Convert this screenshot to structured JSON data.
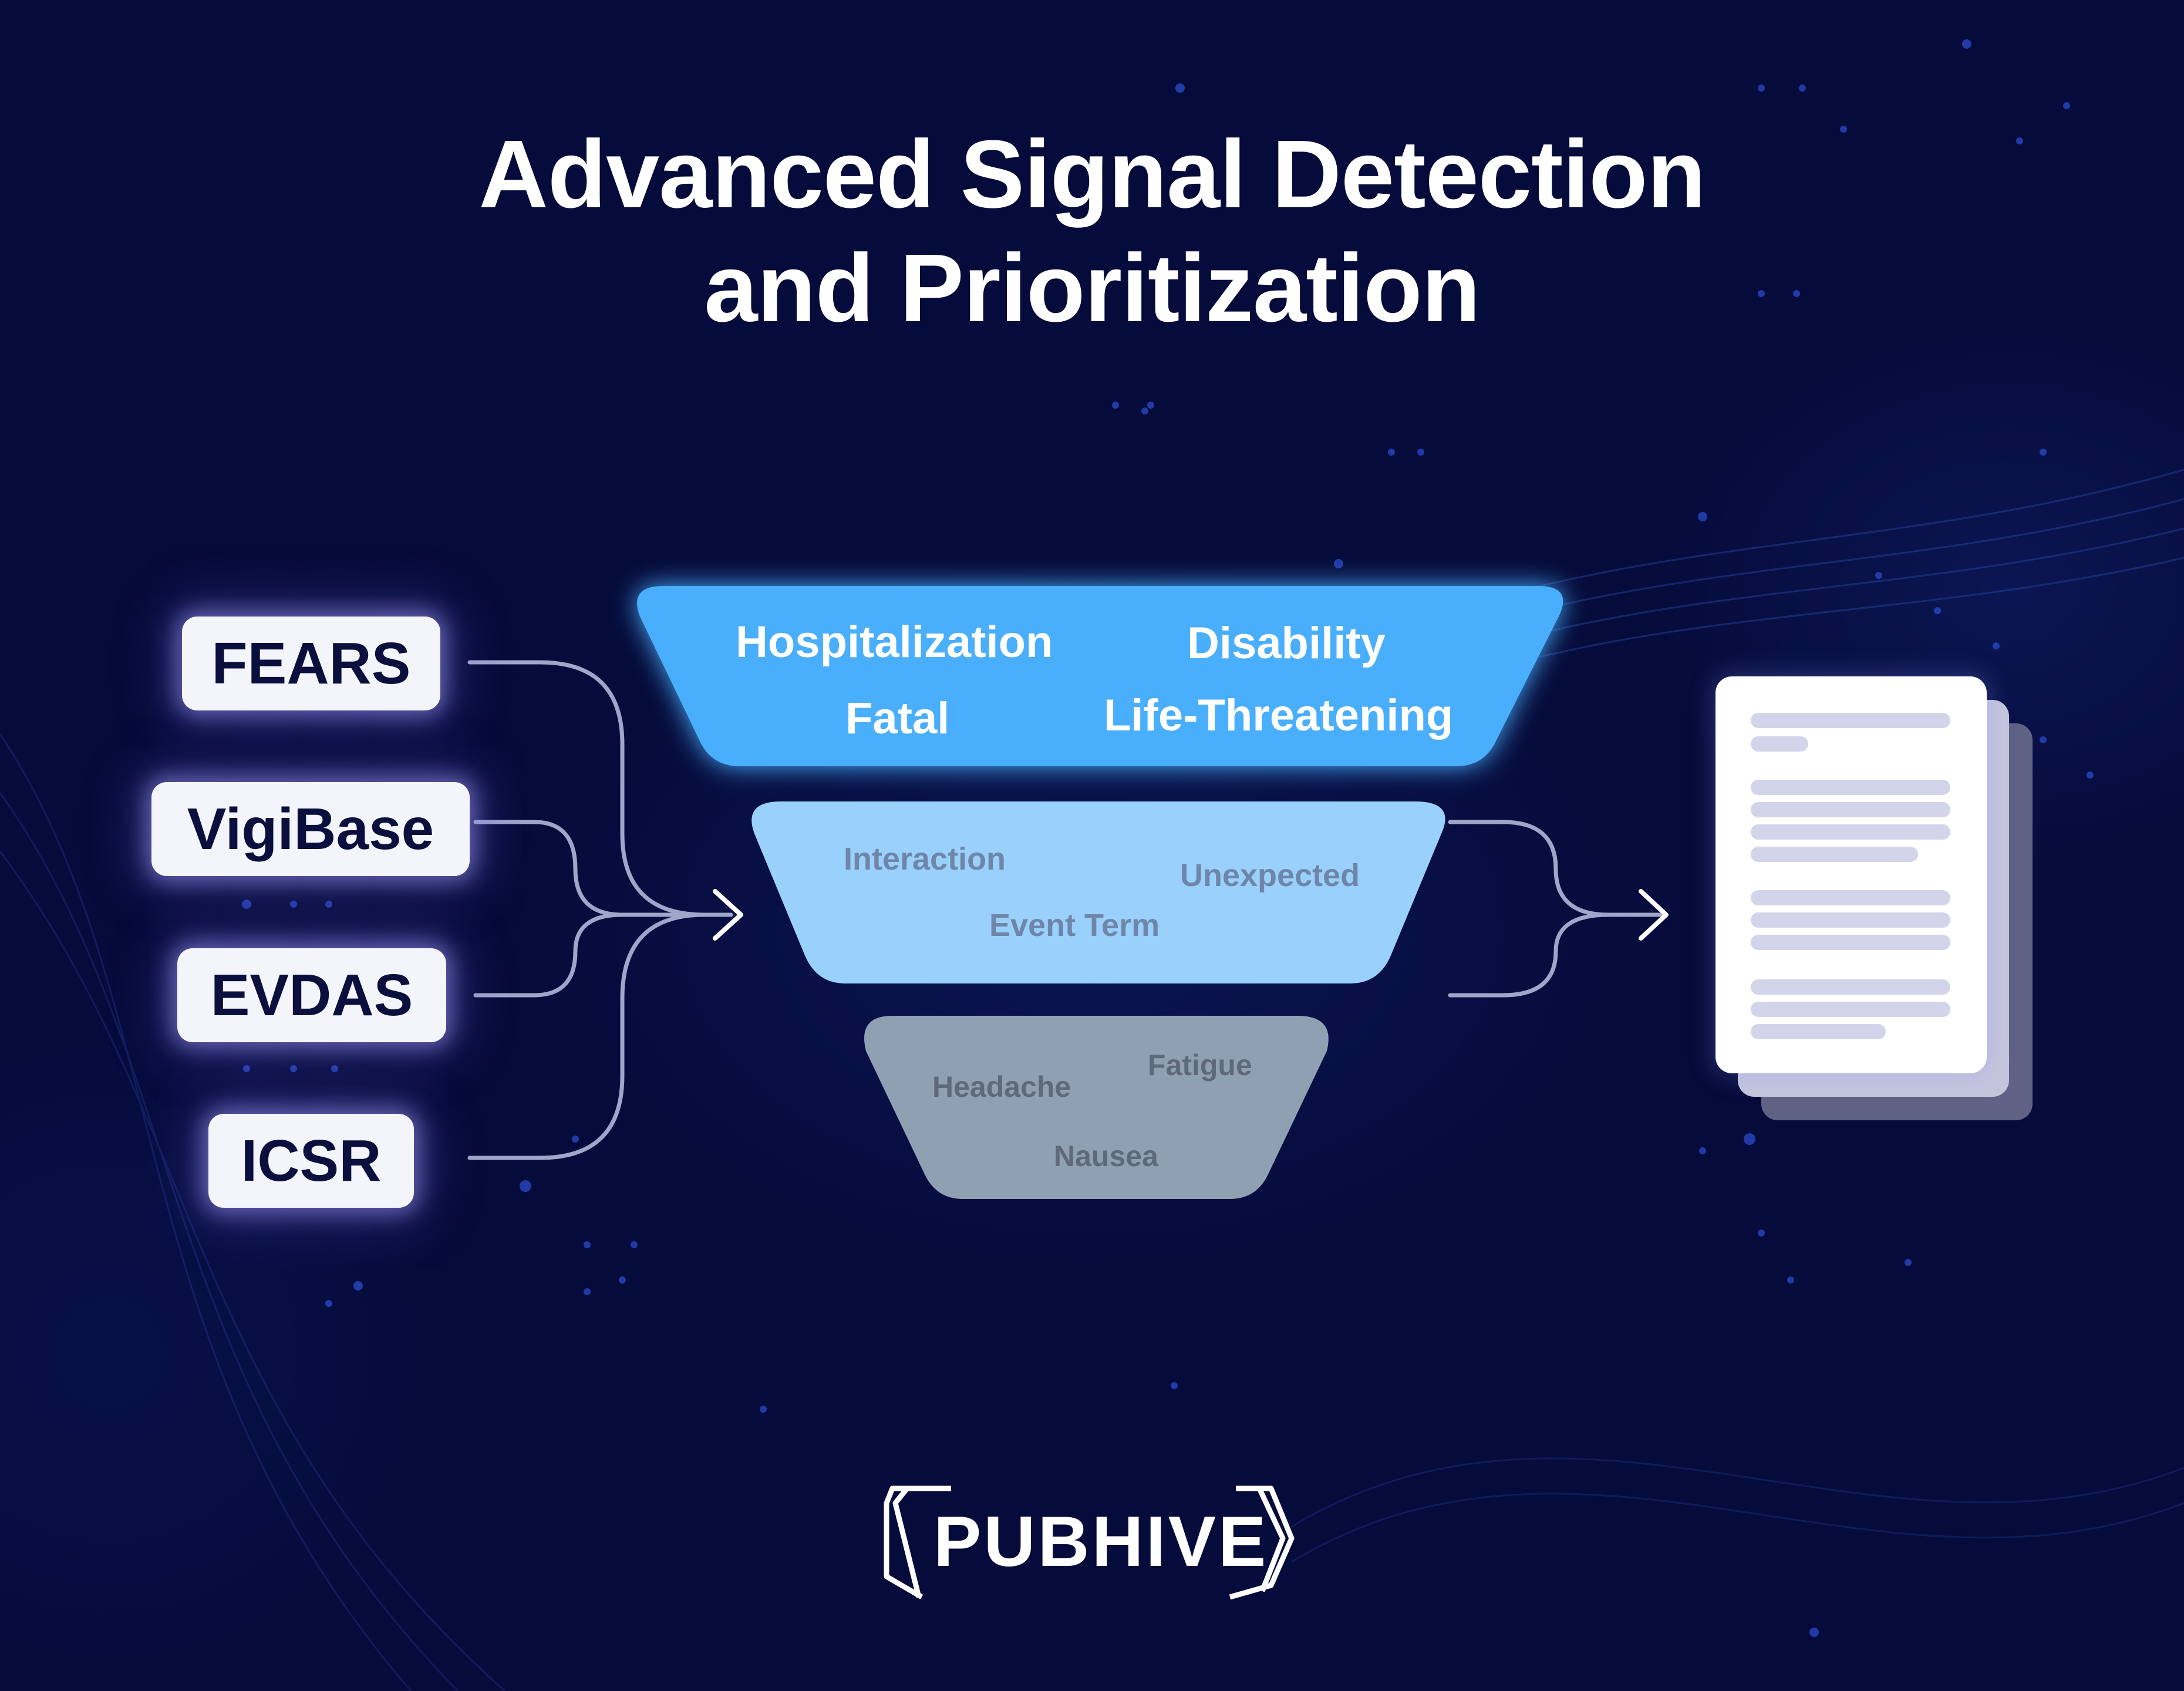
{
  "title": {
    "line1": "Advanced Signal Detection",
    "line2": "and Prioritization"
  },
  "sources": [
    "FEARS",
    "VigiBase",
    "EVDAS",
    "ICSR"
  ],
  "funnel": {
    "top": [
      "Hospitalization",
      "Disability",
      "Fatal",
      "Life-Threatening"
    ],
    "middle": [
      "Interaction",
      "Unexpected",
      "Event Term"
    ],
    "bottom": [
      "Headache",
      "Fatigue",
      "Nausea"
    ]
  },
  "colors": {
    "background": "#050b3a",
    "tier_top": "#48aefc",
    "tier_middle": "#99d1fc",
    "tier_bottom": "#8fa0b3",
    "source_box": "#f4f4fb",
    "document": "#ffffff"
  },
  "output_icon": "document-stack-icon",
  "brand": {
    "name": "PUBHIVE"
  }
}
